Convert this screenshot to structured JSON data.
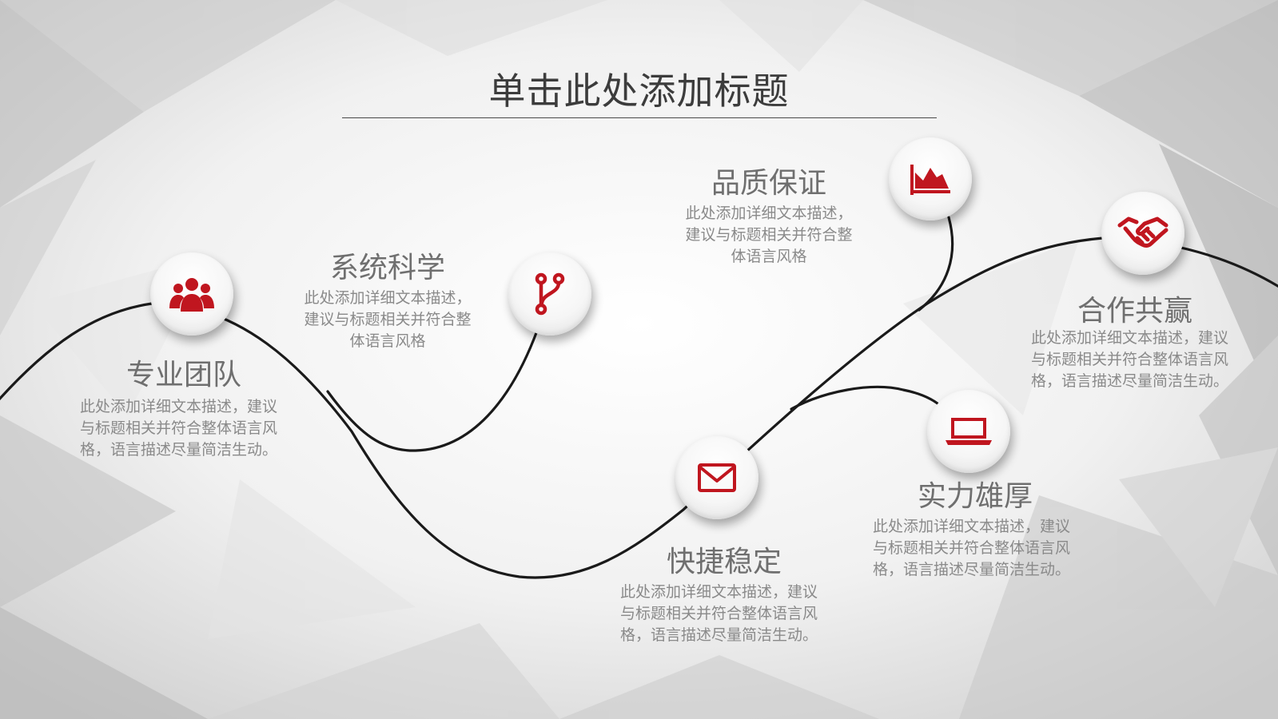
{
  "slide": {
    "title": "单击此处添加标题"
  },
  "items": [
    {
      "icon": "team-icon",
      "label": "专业团队",
      "desc": [
        "此处添加详细文本描述，建议",
        "与标题相关并符合整体语言风",
        "格，语言描述尽量简洁生动。"
      ]
    },
    {
      "icon": "branch-icon",
      "label": "系统科学",
      "desc": [
        "此处添加详细文本描述，",
        "建议与标题相关并符合整",
        "体语言风格"
      ]
    },
    {
      "icon": "area-chart-icon",
      "label": "品质保证",
      "desc": [
        "此处添加详细文本描述，",
        "建议与标题相关并符合整",
        "体语言风格"
      ]
    },
    {
      "icon": "handshake-icon",
      "label": "合作共赢",
      "desc": [
        "此处添加详细文本描述，建议",
        "与标题相关并符合整体语言风",
        "格，语言描述尽量简洁生动。"
      ]
    },
    {
      "icon": "envelope-icon",
      "label": "快捷稳定",
      "desc": [
        "此处添加详细文本描述，建议",
        "与标题相关并符合整体语言风",
        "格，语言描述尽量简洁生动。"
      ]
    },
    {
      "icon": "laptop-icon",
      "label": "实力雄厚",
      "desc": [
        "此处添加详细文本描述，建议",
        "与标题相关并符合整体语言风",
        "格，语言描述尽量简洁生动。"
      ]
    }
  ],
  "colors": {
    "accent": "#c0161f",
    "line": "#1a1a1a",
    "title": "#3c3c3c",
    "label": "#6f6f6f",
    "desc": "#8a8a8a"
  }
}
